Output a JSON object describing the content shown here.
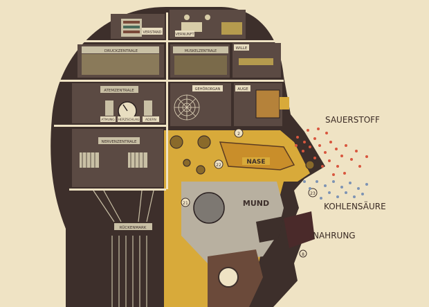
{
  "labels": {
    "verstand": "VERSTAND",
    "vernunft": "VERNUNFT",
    "druckzentrale": "DRUCKZENTRALE",
    "muskelzentrale": "MUSKELZENTRALE",
    "wille": "WILLE",
    "atemzentrale": "ATEMZENTRALE",
    "atmung": "ATMUNG",
    "herzschlag": "HERZSCHLAG",
    "adern": "ADERN",
    "gehoerorgan": "GEHÖRORGAN",
    "auge": "AUGE",
    "nervenzentrale": "NERVENZENTRALE",
    "rueckenmark": "RÜCKENMARK",
    "nase": "NASE",
    "mund": "MUND",
    "sauerstoff": "SAUERSTOFF",
    "kohlensaeure": "KOHLENSÄURE",
    "nahrung": "NAHRUNG"
  },
  "numbers": {
    "n22": "22",
    "n21": "21",
    "n23": "23",
    "n2": "2",
    "n8": "8"
  },
  "colors": {
    "background": "#efe3c4",
    "head": "#3d2f2b",
    "interior_yellow": "#d8aa3a",
    "mouth_gray": "#b8b0a0",
    "oxygen_dots": "#d8563e",
    "co2_dots": "#7d93b4"
  }
}
